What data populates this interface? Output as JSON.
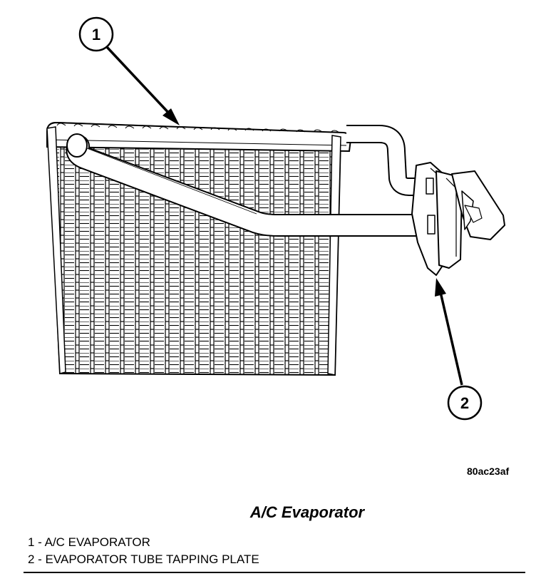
{
  "callouts": [
    {
      "number": "1"
    },
    {
      "number": "2"
    }
  ],
  "figure_id": "80ac23af",
  "caption_title": "A/C Evaporator",
  "legend": [
    "1 - A/C EVAPORATOR",
    "2 - EVAPORATOR TUBE TAPPING PLATE"
  ]
}
